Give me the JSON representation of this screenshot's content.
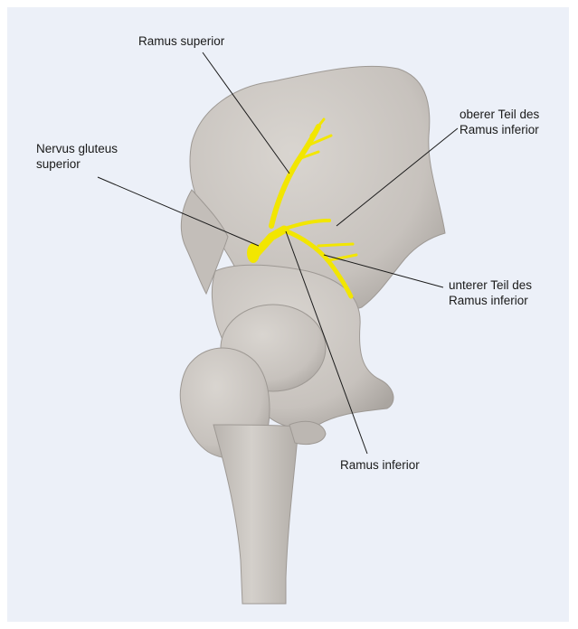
{
  "figure": {
    "background_color": "#ecf0f8",
    "bone_color": "#cdc9c4",
    "nerve_color": "#f2e600",
    "labels": {
      "ramus_superior": "Ramus superior",
      "nervus_gluteus_superior": [
        "Nervus gluteus",
        "superior"
      ],
      "oberer_teil": [
        "oberer Teil des",
        "Ramus inferior"
      ],
      "unterer_teil": [
        "unterer Teil des",
        "Ramus inferior"
      ],
      "ramus_inferior": "Ramus inferior"
    }
  }
}
